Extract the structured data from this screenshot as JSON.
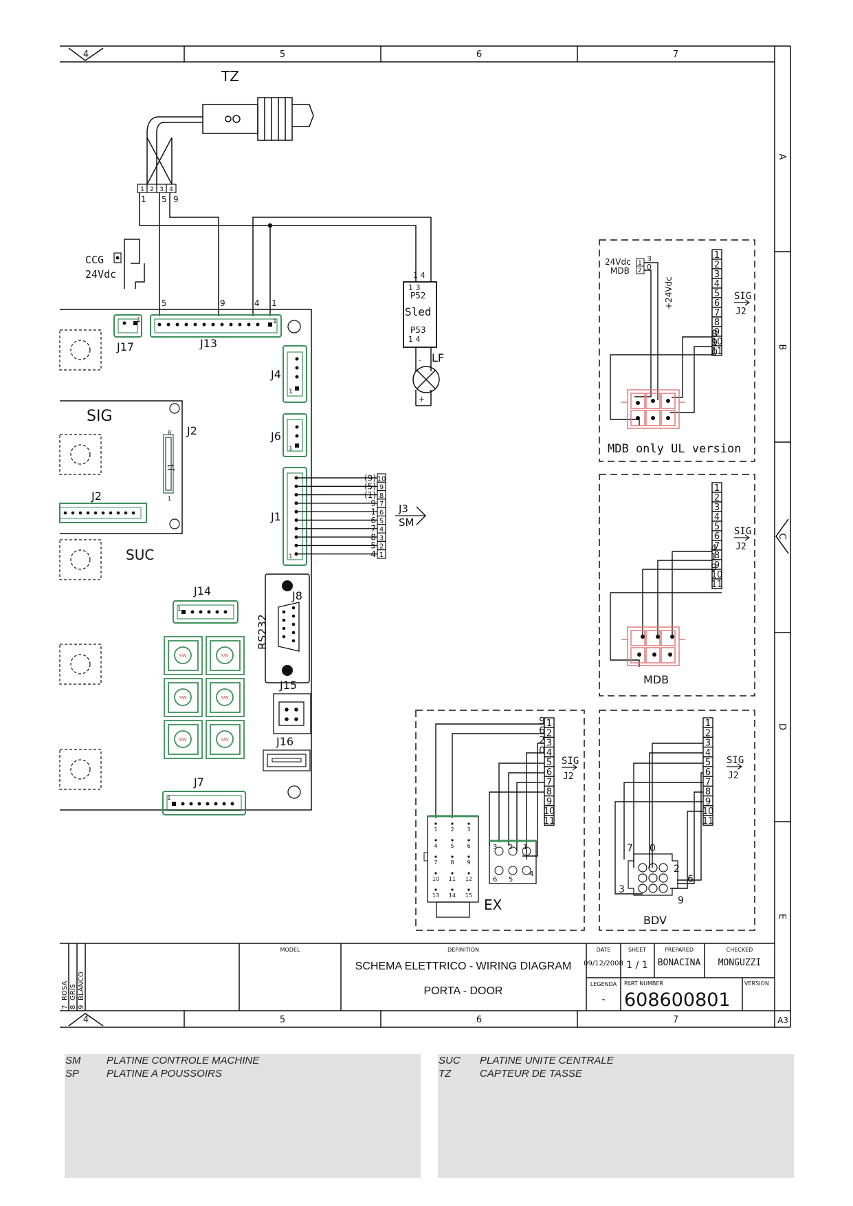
{
  "sheet": {
    "columns": [
      "4",
      "5",
      "6",
      "7"
    ],
    "rows": [
      "A",
      "B",
      "C",
      "D",
      "E"
    ],
    "format": "A3"
  },
  "title_block": {
    "model_label": "MODEL",
    "definition_label": "DEFINITION",
    "title": "SCHEMA ELETTRICO - WIRING DIAGRAM",
    "subtitle": "PORTA - DOOR",
    "date_label": "DATE",
    "date": "09/12/2008",
    "sheet_label": "SHEET",
    "sheet": "1 / 1",
    "prepared_label": "PREPARED",
    "prepared": "BONACINA",
    "checked_label": "CHECKED",
    "checked": "MONGUZZI",
    "legenda_label": "LEGENDA",
    "legenda": "-",
    "part_number_label": "PART NUMBER",
    "part_number": "608600801",
    "version_label": "VERSION",
    "colors": [
      {
        "n": "7",
        "name": "ROSA"
      },
      {
        "n": "8",
        "name": "GRIS"
      },
      {
        "n": "9",
        "name": "BLANCO"
      }
    ]
  },
  "tz": {
    "label": "TZ",
    "pins": [
      "1",
      "2",
      "3",
      "4"
    ],
    "wires": [
      "1",
      "5",
      "9"
    ]
  },
  "ccg": {
    "label1": "CCG",
    "label2": "24Vdc"
  },
  "sled": {
    "top_pins": "1   4",
    "p52_pins": "1   3",
    "p52": "P52",
    "name": "Sled",
    "p53": "P53",
    "p53_pins": "1   4",
    "lf": "LF",
    "minus": "-",
    "plus": "+"
  },
  "board": {
    "j17": "J17",
    "j13": "J13",
    "j13_wires": [
      "5",
      "9",
      "4",
      "1"
    ],
    "j13_pin1": "1",
    "j17_pin1": "1",
    "j4": "J4",
    "j4_pin1": "1",
    "j6": "J6",
    "j6_pin1": "1",
    "j1": "J1",
    "j1_pin1": "1",
    "sig": "SIG",
    "j2_top": "J2",
    "j2_bottom": "J2",
    "j1_inner": "J1",
    "j1_inner_8": "8",
    "j1_inner_1": "1",
    "suc": "SUC",
    "j14": "J14",
    "j14_pin1": "1",
    "j8": "J8",
    "rs232": "RS232",
    "j15": "J15",
    "j16": "J16",
    "j7": "J7",
    "j7_pin1": "1",
    "sw": "SW"
  },
  "j3": {
    "label1": "J3",
    "label2": "SM",
    "wire_labels": [
      "(9)",
      "(5)",
      "(1)",
      "9",
      "1",
      "6",
      "7",
      "8",
      "5",
      "4"
    ],
    "pins": [
      "10",
      "9",
      "8",
      "7",
      "6",
      "5",
      "4",
      "3",
      "2",
      "1"
    ]
  },
  "mdb_ul": {
    "supply1": "24Vdc",
    "supply2": "MDB",
    "sp_pins": [
      "1",
      "2"
    ],
    "sp_wires": [
      "3",
      "0"
    ],
    "v24": "+24Vdc",
    "wire_labels": [
      "8",
      "9",
      "0"
    ],
    "pins": [
      "1",
      "2",
      "3",
      "4",
      "5",
      "6",
      "7",
      "8",
      "9",
      "10",
      "11"
    ],
    "sig": "SIG",
    "j2": "J2",
    "caption": "MDB only UL version"
  },
  "mdb": {
    "wire_labels": [
      "4",
      "1",
      "9"
    ],
    "pins": [
      "1",
      "2",
      "3",
      "4",
      "5",
      "6",
      "7",
      "8",
      "9",
      "10",
      "11"
    ],
    "sig": "SIG",
    "j2": "J2",
    "caption": "MDB"
  },
  "ex": {
    "wire_labels": [
      "9",
      "6",
      "2",
      "0"
    ],
    "pins": [
      "1",
      "2",
      "3",
      "4",
      "5",
      "6",
      "7",
      "8",
      "9",
      "10",
      "11"
    ],
    "sig": "SIG",
    "j2": "J2",
    "caption": "EX",
    "grid": [
      "1",
      "2",
      "3",
      "4",
      "5",
      "6",
      "7",
      "8",
      "9",
      "10",
      "11",
      "12",
      "13",
      "14",
      "15"
    ],
    "small": [
      "3",
      "2",
      "1",
      "6",
      "5",
      "4"
    ]
  },
  "bdv": {
    "pins": [
      "1",
      "2",
      "3",
      "4",
      "5",
      "6",
      "7",
      "8",
      "9",
      "10",
      "11"
    ],
    "sig": "SIG",
    "j2": "J2",
    "caption": "BDV",
    "conn_labels": [
      "7",
      "0",
      "2",
      "6",
      "3",
      "9"
    ]
  },
  "legend": {
    "left": [
      {
        "code": "SM",
        "desc": "PLATINE CONTROLE MACHINE"
      },
      {
        "code": "SP",
        "desc": "PLATINE A POUSSOIRS"
      }
    ],
    "right": [
      {
        "code": "SUC",
        "desc": "PLATINE UNITE CENTRALE"
      },
      {
        "code": "TZ",
        "desc": "CAPTEUR DE TASSE"
      }
    ]
  }
}
